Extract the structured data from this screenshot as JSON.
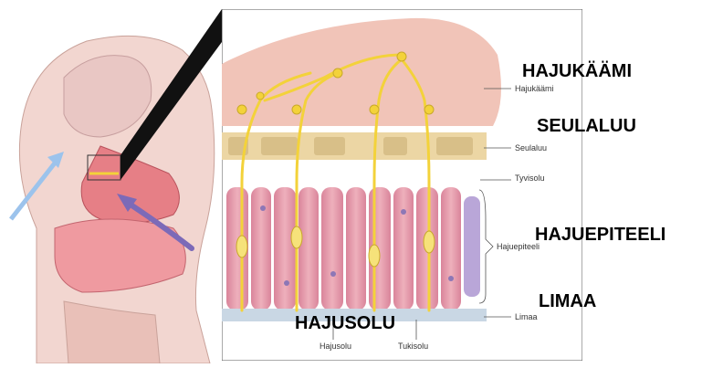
{
  "labels_big": {
    "hajukaami": "HAJUKÄÄMI",
    "seulaluu": "SEULALUU",
    "hajuepiteeli": "HAJUEPITEELI",
    "limaa": "LIMAA",
    "hajusolu": "HAJUSOLU"
  },
  "labels_small": {
    "hajukaami": "Hajukäämi",
    "seulaluu": "Seulaluu",
    "tyvisolu": "Tyvisolu",
    "hajuepiteeli": "Hajuepiteeli",
    "limaa": "Limaa",
    "hajusolu": "Hajusolu",
    "tukisolu": "Tukisolu"
  },
  "colors": {
    "bulb": "#f1c4b8",
    "bone": "#ecd6a4",
    "epithelium": "#e29aa8",
    "nerve": "#f3d23a",
    "basal_cell": "#b9a6d8",
    "mucus": "#c9d7e4",
    "head_skin": "#f2d2cf",
    "arrow": "#9cc3ec"
  },
  "icons": [
    "airflow-arrow-icon",
    "airflow-arrow-icon-2"
  ]
}
